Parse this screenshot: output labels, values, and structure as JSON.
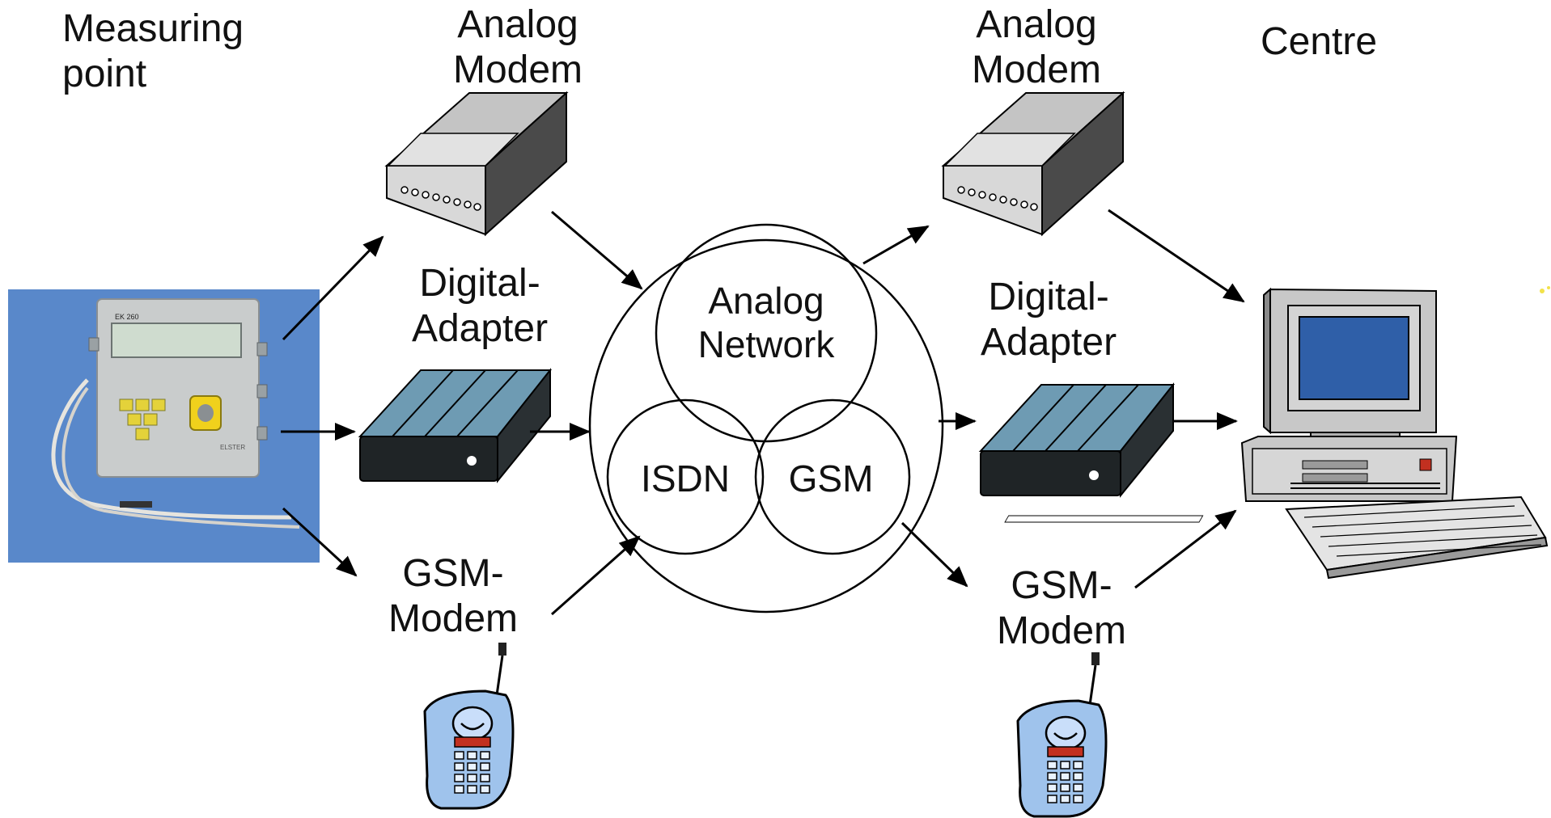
{
  "labels": {
    "measuring_point": [
      "Measuring",
      "point"
    ],
    "centre": "Centre",
    "left_analog_modem": [
      "Analog",
      "Modem"
    ],
    "right_analog_modem": [
      "Analog",
      "Modem"
    ],
    "left_digital_adapter": [
      "Digital-",
      "Adapter"
    ],
    "right_digital_adapter": [
      "Digital-",
      "Adapter"
    ],
    "left_gsm_modem": [
      "GSM-",
      "Modem"
    ],
    "right_gsm_modem": [
      "GSM-",
      "Modem"
    ]
  },
  "network": {
    "analog": [
      "Analog",
      "Network"
    ],
    "isdn": "ISDN",
    "gsm": "GSM"
  },
  "device_brand": "ELSTER",
  "device_model": "EK 260",
  "colors": {
    "adapter_top": "#6e9bb3",
    "adapter_front": "#1f2426",
    "phone_body": "#9fc3ec",
    "screen": "#2f5fa8",
    "keypad": "#f2c400",
    "photo_bg": "#4d7fc4"
  }
}
